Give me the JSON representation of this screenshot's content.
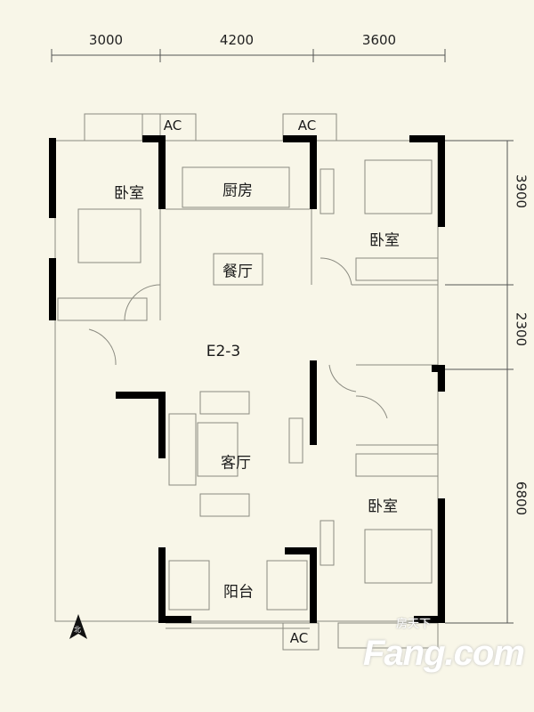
{
  "plan": {
    "code": "E2-3",
    "dimensions_top": [
      "3000",
      "4200",
      "3600"
    ],
    "dimensions_right": [
      "3900",
      "2300",
      "6800"
    ],
    "rooms": {
      "bedroom_nw": "卧室",
      "kitchen": "厨房",
      "bedroom_ne": "卧室",
      "dining": "餐厅",
      "living": "客厅",
      "bedroom_se": "卧室",
      "balcony": "阳台"
    },
    "ac_labels": [
      "AC",
      "AC",
      "AC"
    ],
    "north_label": "北"
  },
  "watermark": {
    "brand": "Fang.com",
    "cn": "房天下"
  },
  "colors": {
    "background": "#f8f6e8",
    "wall": "#000000",
    "line": "#8a8a80"
  }
}
